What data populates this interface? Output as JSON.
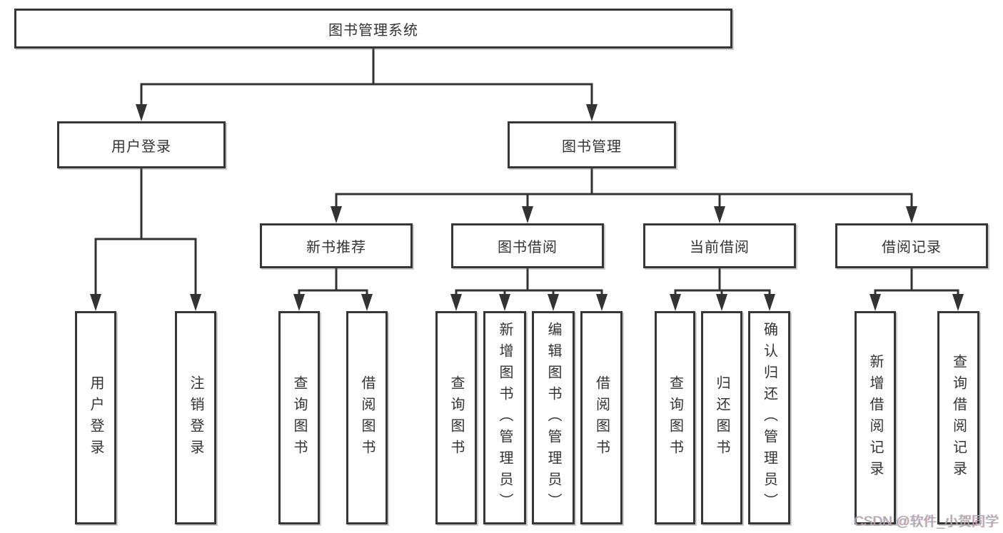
{
  "nodes": {
    "root": "图书管理系统",
    "branches": [
      {
        "label": "用户登录",
        "leaves": [
          "用户登录",
          "注销登录"
        ]
      },
      {
        "label": "图书管理",
        "children": [
          {
            "label": "新书推荐",
            "leaves": [
              "查询图书",
              "借阅图书"
            ]
          },
          {
            "label": "图书借阅",
            "leaves": [
              "查询图书",
              "新增图书（管理员）",
              "编辑图书（管理员）",
              "借阅图书"
            ]
          },
          {
            "label": "当前借阅",
            "leaves": [
              "查询图书",
              "归还图书",
              "确认归还（管理员）"
            ]
          },
          {
            "label": "借阅记录",
            "leaves": [
              "新增借阅记录",
              "查询借阅记录"
            ]
          }
        ]
      }
    ]
  },
  "watermark": {
    "text": "CSDN @软件_小贺同学"
  },
  "colors": {
    "line": "#333333",
    "box_border": "#363636",
    "text": "#333333",
    "background": "#ffffff",
    "watermark": "#aaaaaa"
  }
}
